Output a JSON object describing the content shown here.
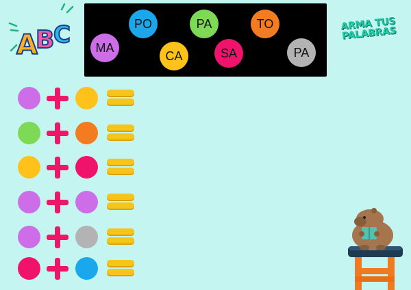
{
  "logo": {
    "letters": [
      "A",
      "B",
      "C"
    ]
  },
  "banner": {
    "syllables": [
      {
        "text": "PO",
        "color": "#1aa7ec"
      },
      {
        "text": "PA",
        "color": "#7ed957"
      },
      {
        "text": "TO",
        "color": "#f47c20"
      },
      {
        "text": "MA",
        "color": "#cd6ee8"
      },
      {
        "text": "CA",
        "color": "#ffc21a"
      },
      {
        "text": "SA",
        "color": "#f0136b"
      },
      {
        "text": "PA",
        "color": "#b3b3b3"
      }
    ]
  },
  "title": {
    "line1": "ARMA TUS",
    "line2": "PALABRAS"
  },
  "equations": [
    {
      "left": "#cd6ee8",
      "right": "#ffc21a"
    },
    {
      "left": "#7ed957",
      "right": "#f47c20"
    },
    {
      "left": "#ffc21a",
      "right": "#f0136b"
    },
    {
      "left": "#cd6ee8",
      "right": "#cd6ee8"
    },
    {
      "left": "#cd6ee8",
      "right": "#b3b3b3"
    },
    {
      "left": "#f0136b",
      "right": "#1aa7ec"
    }
  ],
  "icons": {
    "plus": "plus-icon",
    "equals": "equals-icon",
    "mascot": "capybara-reading-icon"
  }
}
